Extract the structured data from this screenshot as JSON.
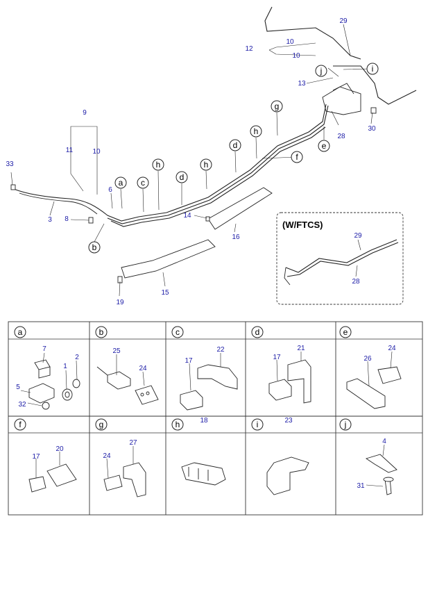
{
  "variant_label": "(W/FTCS)",
  "main_callouts": {
    "c29": "29",
    "c10a": "10",
    "c10b": "10",
    "c12": "12",
    "c13": "13",
    "c28": "28",
    "c30": "30",
    "c9": "9",
    "c11": "11",
    "c10c": "10",
    "c33": "33",
    "c6": "6",
    "c3": "3",
    "c8": "8",
    "c14": "14",
    "c16": "16",
    "c15": "15",
    "c19": "19"
  },
  "main_letters": {
    "j": "j",
    "i": "i",
    "g": "g",
    "e": "e",
    "h1": "h",
    "f": "f",
    "d1": "d",
    "h2": "h",
    "h3": "h",
    "d2": "d",
    "c": "c",
    "a": "a",
    "b": "b"
  },
  "inset_callouts": {
    "c29": "29",
    "c28": "28"
  },
  "table": {
    "cells": [
      {
        "letter": "a",
        "parts": [
          "7",
          "2",
          "1",
          "5",
          "32"
        ]
      },
      {
        "letter": "b",
        "parts": [
          "25",
          "24"
        ]
      },
      {
        "letter": "c",
        "parts": [
          "22",
          "17"
        ]
      },
      {
        "letter": "d",
        "parts": [
          "21",
          "17"
        ]
      },
      {
        "letter": "e",
        "parts": [
          "24",
          "26"
        ]
      },
      {
        "letter": "f",
        "parts": [
          "20",
          "17"
        ]
      },
      {
        "letter": "g",
        "parts": [
          "27",
          "24"
        ]
      },
      {
        "letter": "h",
        "parts": [
          "18"
        ]
      },
      {
        "letter": "i",
        "parts": [
          "23"
        ]
      },
      {
        "letter": "j",
        "parts": [
          "4",
          "31"
        ]
      }
    ]
  }
}
